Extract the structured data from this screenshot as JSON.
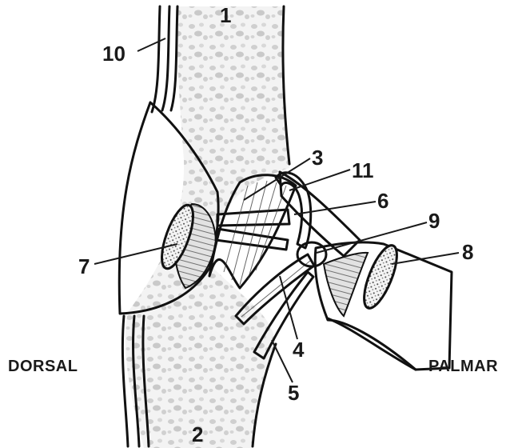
{
  "labels": {
    "l1": "1",
    "l2": "2",
    "l3": "3",
    "l4": "4",
    "l5": "5",
    "l6": "6",
    "l7": "7",
    "l8": "8",
    "l9": "9",
    "l10": "10",
    "l11": "11"
  },
  "sides": {
    "left": "DORSAL",
    "right": "PALMAR"
  },
  "colors": {
    "bone": "#f2f2f2",
    "bone_pore": "#d6d6d6",
    "muscle": "#e3e3e3",
    "tendon_cut": "#d0d0d0",
    "outline": "#111111"
  }
}
